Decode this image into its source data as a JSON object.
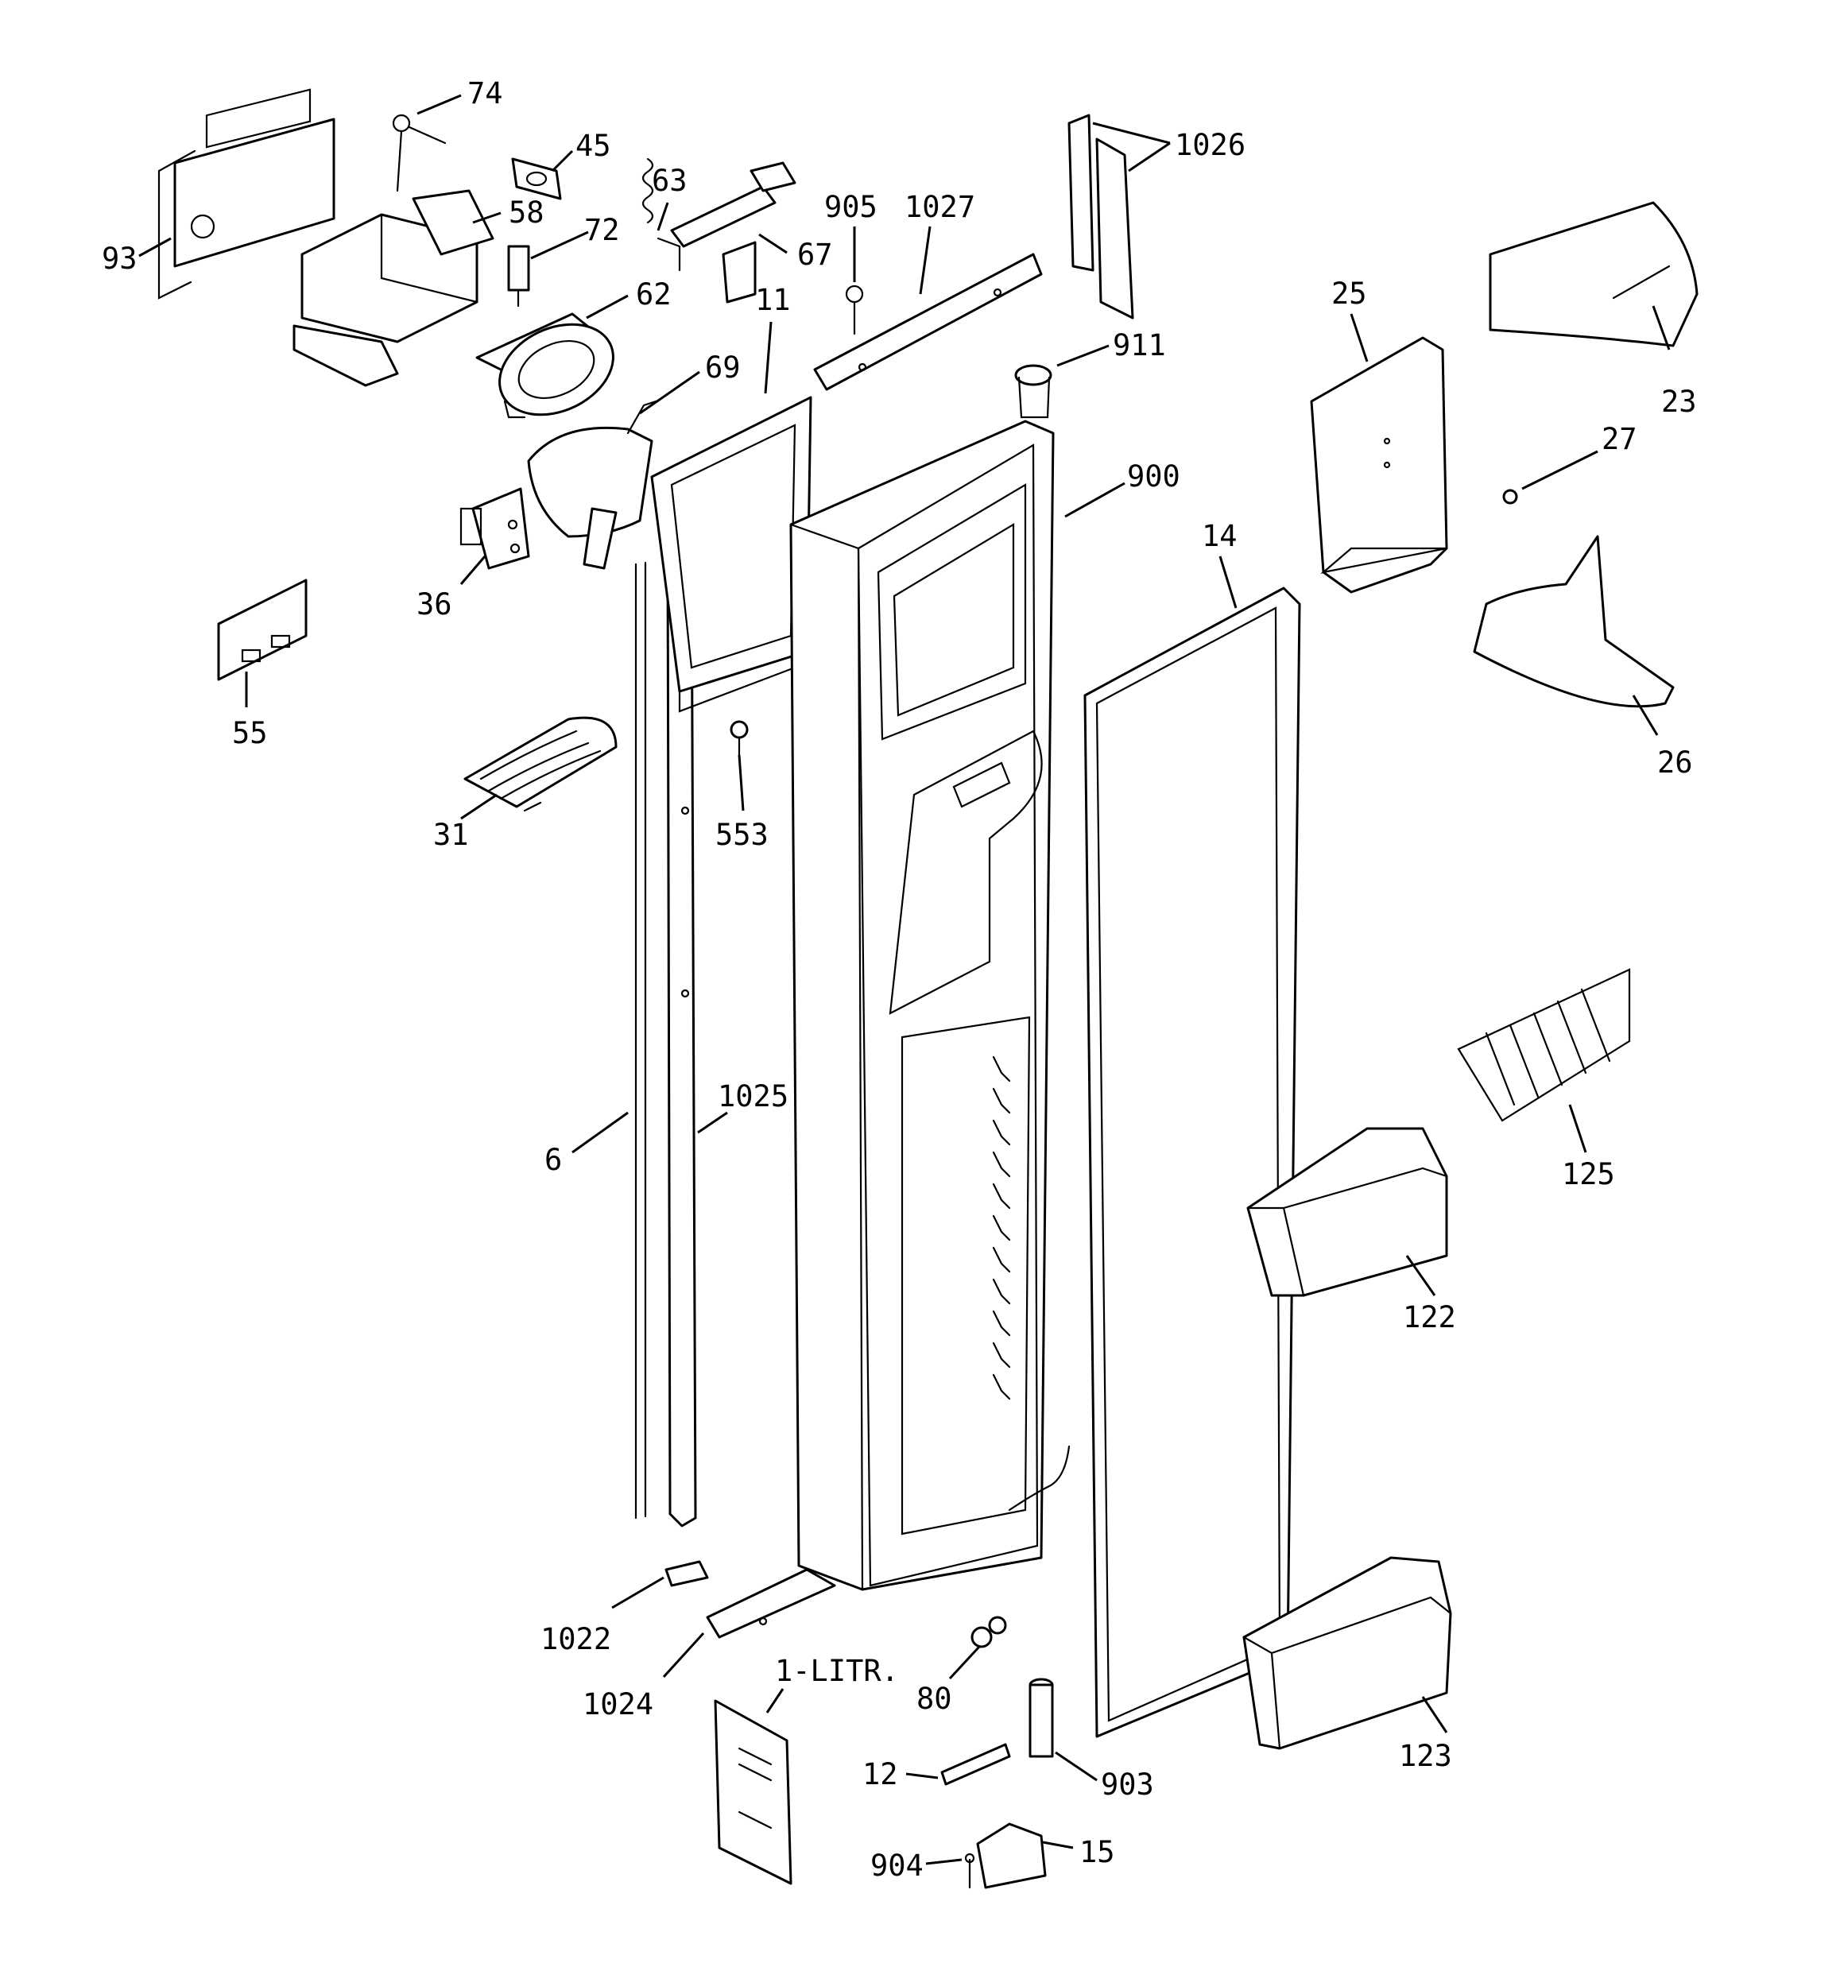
{
  "diagram": {
    "labels": {
      "p74": "74",
      "p45": "45",
      "p93": "93",
      "p58": "58",
      "p72": "72",
      "p63": "63",
      "p67": "67",
      "p62": "62",
      "p905": "905",
      "p1027": "1027",
      "p1026": "1026",
      "p11": "11",
      "p911": "911",
      "p69": "69",
      "p25": "25",
      "p23": "23",
      "p27": "27",
      "p900": "900",
      "p36": "36",
      "p14": "14",
      "p55": "55",
      "p26": "26",
      "p31": "31",
      "p553": "553",
      "p1025": "1025",
      "p6": "6",
      "p125": "125",
      "p122": "122",
      "p1022": "1022",
      "p1024": "1024",
      "p1litr": "1-LITR.",
      "p80": "80",
      "p123": "123",
      "p12": "12",
      "p903": "903",
      "p904": "904",
      "p15": "15"
    }
  }
}
